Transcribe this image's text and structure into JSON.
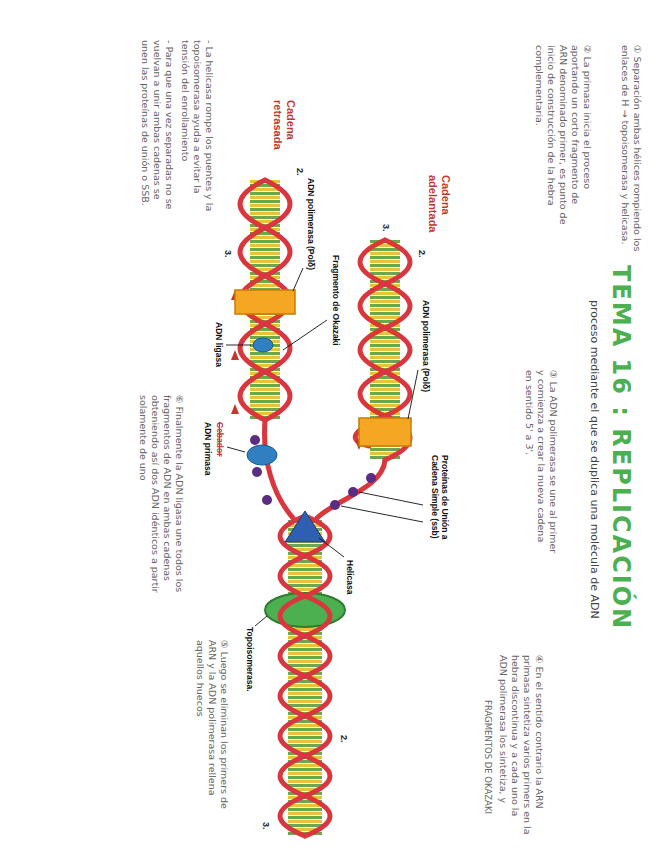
{
  "diagram": {
    "title": "TEMA 16 : REPLICACIÓN",
    "labels": [
      "proceso mediante el que se duplica una molécula de ADN",
      "① Separación ambas hélices rompiendo los enlaces de H → topoisomerasa y helicasa.",
      "② La primasa inicia el proceso aportando un corto fragmento de ARN denominado primer, es punto de inicio de construcción de la hebra complementaria.",
      "③ La ADN polimerasa se une al primer y comienza a crear la nueva cadena en sentido 5' a 3'.",
      "④ En el sentido contrario la ARN primasa sintetiza varios primers en la hebra discontinua y a cada uno la ADN polimerasa los sintetiza, y",
      "FRAGMENTOS DE OKAZAKI",
      "⑤ Luego se eliminan los primers de ARN y la ADN polimerasa rellena aquellos huecos",
      "⑥ Finalmente la ADN ligasa une todos los fragmentos de ADN en ambas cadenas obteniendo así dos ADN idénticos a partir solamente de uno",
      "- La helicasa rompe los puentes y la topoisomerasa ayuda a evitar la tensión del enrollamiento",
      "- Para que una vez separadas no se vuelvan a unir ambas cadenas se unen las proteínas de unión o SSB.",
      "Cadena adelantada",
      "3.",
      "2.",
      "ADN polimerasa (Polδ)",
      "Fragmento de Okazaki",
      "Proteínas de Unión a Cadena Simple (ssb)",
      "Helicasa",
      "Cadena retrasada",
      "2.",
      "3.",
      "ADN polimerasa (Polδ)",
      "ADN ligasa",
      "Cebador",
      "ADN primasa",
      "Topoisomerasa.",
      "2.",
      "3."
    ]
  }
}
